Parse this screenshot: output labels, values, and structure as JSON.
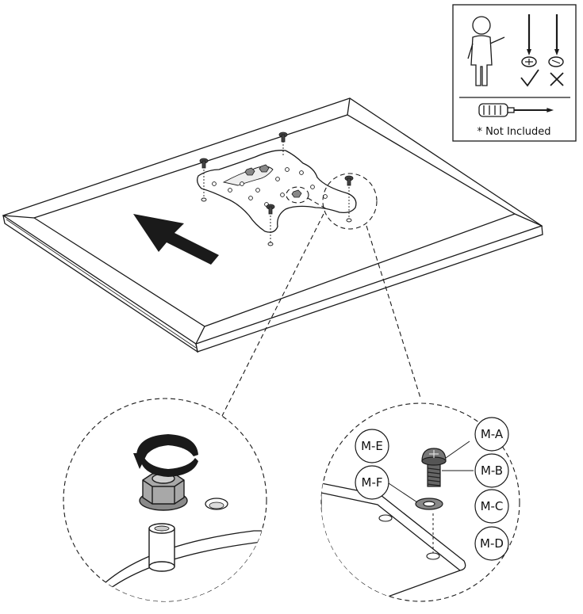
{
  "legend_box": {
    "note": "* Not Included",
    "icons": [
      "person-icon",
      "screwdriver-correct-icon",
      "screwdriver-wrong-icon",
      "checkmark-icon",
      "cross-icon",
      "screwdriver-icon"
    ]
  },
  "main_view": {
    "icons": [
      "tv-panel",
      "direction-arrow-icon",
      "mounting-plate",
      "screw-icon"
    ]
  },
  "detail_left": {
    "icons": [
      "rotate-arrow-icon",
      "flange-nut-icon",
      "spacer-icon"
    ]
  },
  "detail_right": {
    "labels": [
      "M-A",
      "M-B",
      "M-C",
      "M-D",
      "M-E",
      "M-F"
    ],
    "icons": [
      "bolt-icon",
      "washer-icon"
    ]
  },
  "colors": {
    "line": "#1a1a1a",
    "hardware": "#555555",
    "background": "#ffffff"
  }
}
